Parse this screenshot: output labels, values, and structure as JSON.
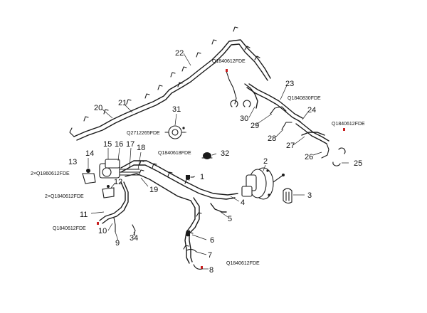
{
  "callouts": {
    "c1": "1",
    "c2": "2",
    "c3": "3",
    "c4": "4",
    "c5": "5",
    "c6": "6",
    "c7": "7",
    "c8": "8",
    "c9": "9",
    "c10": "10",
    "c11": "11",
    "c12": "12",
    "c13": "13",
    "c14": "14",
    "c15": "15",
    "c16": "16",
    "c17": "17",
    "c18": "18",
    "c19": "19",
    "c20": "20",
    "c21": "21",
    "c22": "22",
    "c23": "23",
    "c24": "24",
    "c25": "25",
    "c26": "26",
    "c27": "27",
    "c28": "28",
    "c29": "29",
    "c30": "30",
    "c31": "31",
    "c32": "32",
    "c34": "34"
  },
  "part_codes": {
    "q1840612_top": "Q1840612FDE",
    "q1840830": "Q1840830FDE",
    "q1840612_right": "Q1840612FDE",
    "q2712265": "Q2712265FDE",
    "q1840618": "Q1840618FDE",
    "q1860612_x2": "2×Q1860612FDE",
    "q1840612_x2": "2×Q1840612FDE",
    "q1840612_left": "Q1840612FDE",
    "q1840612_bottom": "Q1840612FDE"
  },
  "colors": {
    "line": "#1a1a1a",
    "accent_red": "#c81e1e"
  }
}
